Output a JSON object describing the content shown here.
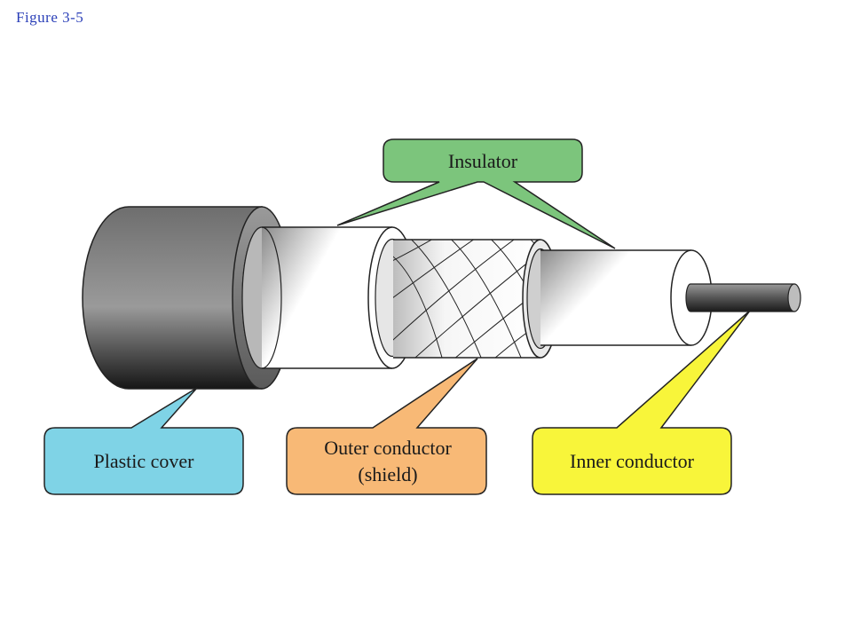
{
  "figure_label": "Figure  3-5",
  "callouts": {
    "insulator": {
      "text": "Insulator",
      "color": "#7cc57c"
    },
    "plastic_cover": {
      "text": "Plastic cover",
      "color": "#7fd3e6"
    },
    "outer_conductor": {
      "line1": "Outer conductor",
      "line2": "(shield)",
      "color": "#f8b976"
    },
    "inner_conductor": {
      "text": "Inner conductor",
      "color": "#f8f53a"
    }
  },
  "colors": {
    "figure_label": "#2a3fb8",
    "outline": "#222222"
  }
}
